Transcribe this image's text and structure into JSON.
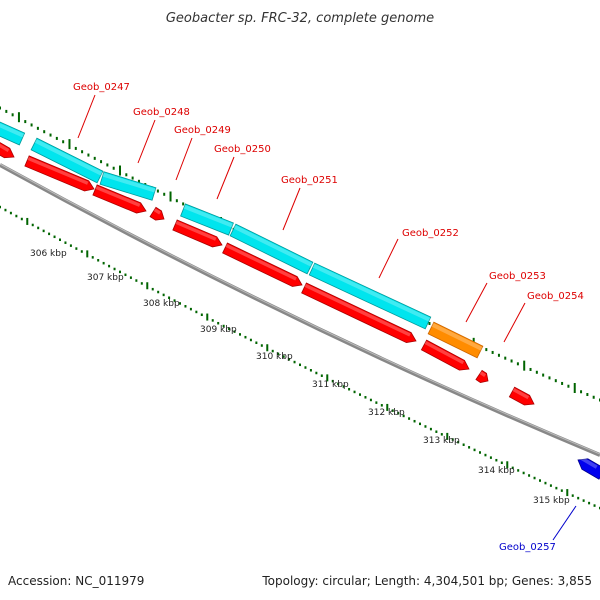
{
  "title": "Geobacter sp. FRC-32, complete genome",
  "footer": {
    "accession": "Accession: NC_011979",
    "summary": "Topology: circular; Length: 4,304,501 bp; Genes: 3,855"
  },
  "colors": {
    "gene_cds": "#ff0000",
    "gene_rna": "#00e5ee",
    "gene_other": "#ff8c00",
    "gene_reverse": "#0000ee",
    "label_red": "#dd0000",
    "label_blue": "#0000cc",
    "backbone": "#777777",
    "ticks": "#006400"
  },
  "gene_labels": [
    {
      "id": "Geob_0247",
      "color": "red"
    },
    {
      "id": "Geob_0248",
      "color": "red"
    },
    {
      "id": "Geob_0249",
      "color": "red"
    },
    {
      "id": "Geob_0250",
      "color": "red"
    },
    {
      "id": "Geob_0251",
      "color": "red"
    },
    {
      "id": "Geob_0252",
      "color": "red"
    },
    {
      "id": "Geob_0253",
      "color": "red"
    },
    {
      "id": "Geob_0254",
      "color": "red"
    },
    {
      "id": "Geob_0257",
      "color": "blue"
    }
  ],
  "scale_labels": [
    "306 kbp",
    "307 kbp",
    "308 kbp",
    "309 kbp",
    "310 kbp",
    "311 kbp",
    "312 kbp",
    "313 kbp",
    "314 kbp",
    "315 kbp"
  ]
}
